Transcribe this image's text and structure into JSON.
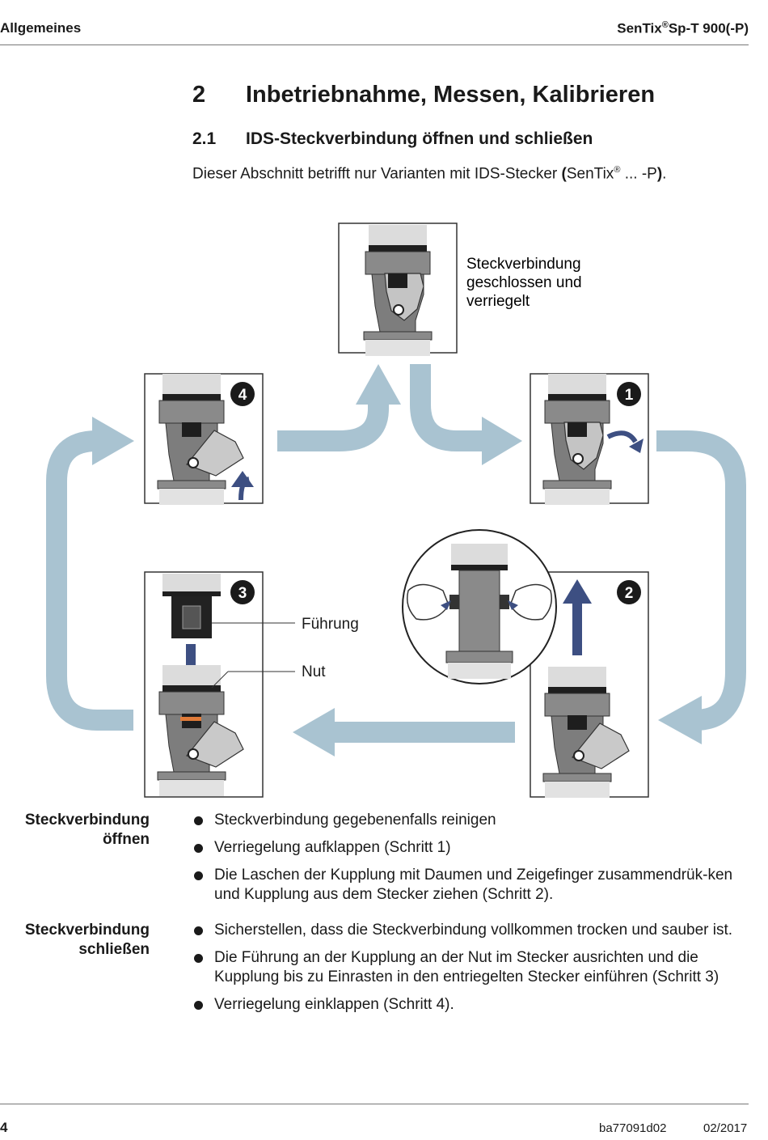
{
  "header": {
    "section": "Allgemeines",
    "product_name": "SenTix",
    "product_reg": "®",
    "product_model": "Sp-T 900(-P)"
  },
  "heading1": {
    "number": "2",
    "title": "Inbetriebnahme, Messen, Kalibrieren"
  },
  "heading2": {
    "number": "2.1",
    "title": "IDS-Steckverbindung öffnen und schließen"
  },
  "intro": {
    "before": "Dieser Abschnitt betrifft nur Varianten mit IDS-Stecker ",
    "paren_open": "(",
    "brand": "SenTix",
    "reg": "®",
    "after": " ... -P",
    "paren_close": ")",
    "end": "."
  },
  "figure": {
    "label_closed_lines": [
      "Steckverbindung",
      "geschlossen und",
      "verriegelt"
    ],
    "label_guide": "Führung",
    "label_groove": "Nut",
    "steps": [
      "1",
      "2",
      "3",
      "4"
    ],
    "colors": {
      "cycle_arrow": "#a9c3d1",
      "step_arrow": "#3d4f82",
      "body": "#7c7c7c",
      "cap": "#d8d8d8",
      "orange": "#e07b39"
    }
  },
  "sections": [
    {
      "title_lines": [
        "Steckverbindung",
        "öffnen"
      ],
      "bullets": [
        "Steckverbindung gegebenenfalls reinigen",
        "Verriegelung aufklappen (Schritt 1)",
        "Die Laschen der Kupplung mit Daumen und Zeigefinger zusammendrük-ken und Kupplung aus dem Stecker ziehen (Schritt 2)."
      ]
    },
    {
      "title_lines": [
        "Steckverbindung",
        "schließen"
      ],
      "bullets": [
        "Sicherstellen, dass die Steckverbindung vollkommen trocken und sauber ist.",
        "Die Führung an der Kupplung an der Nut im Stecker ausrichten und die Kupplung bis zu Einrasten in den entriegelten Stecker einführen (Schritt 3)",
        "Verriegelung einklappen (Schritt 4)."
      ]
    }
  ],
  "footer": {
    "page": "4",
    "doc_id": "ba77091d02",
    "date": "02/2017"
  }
}
